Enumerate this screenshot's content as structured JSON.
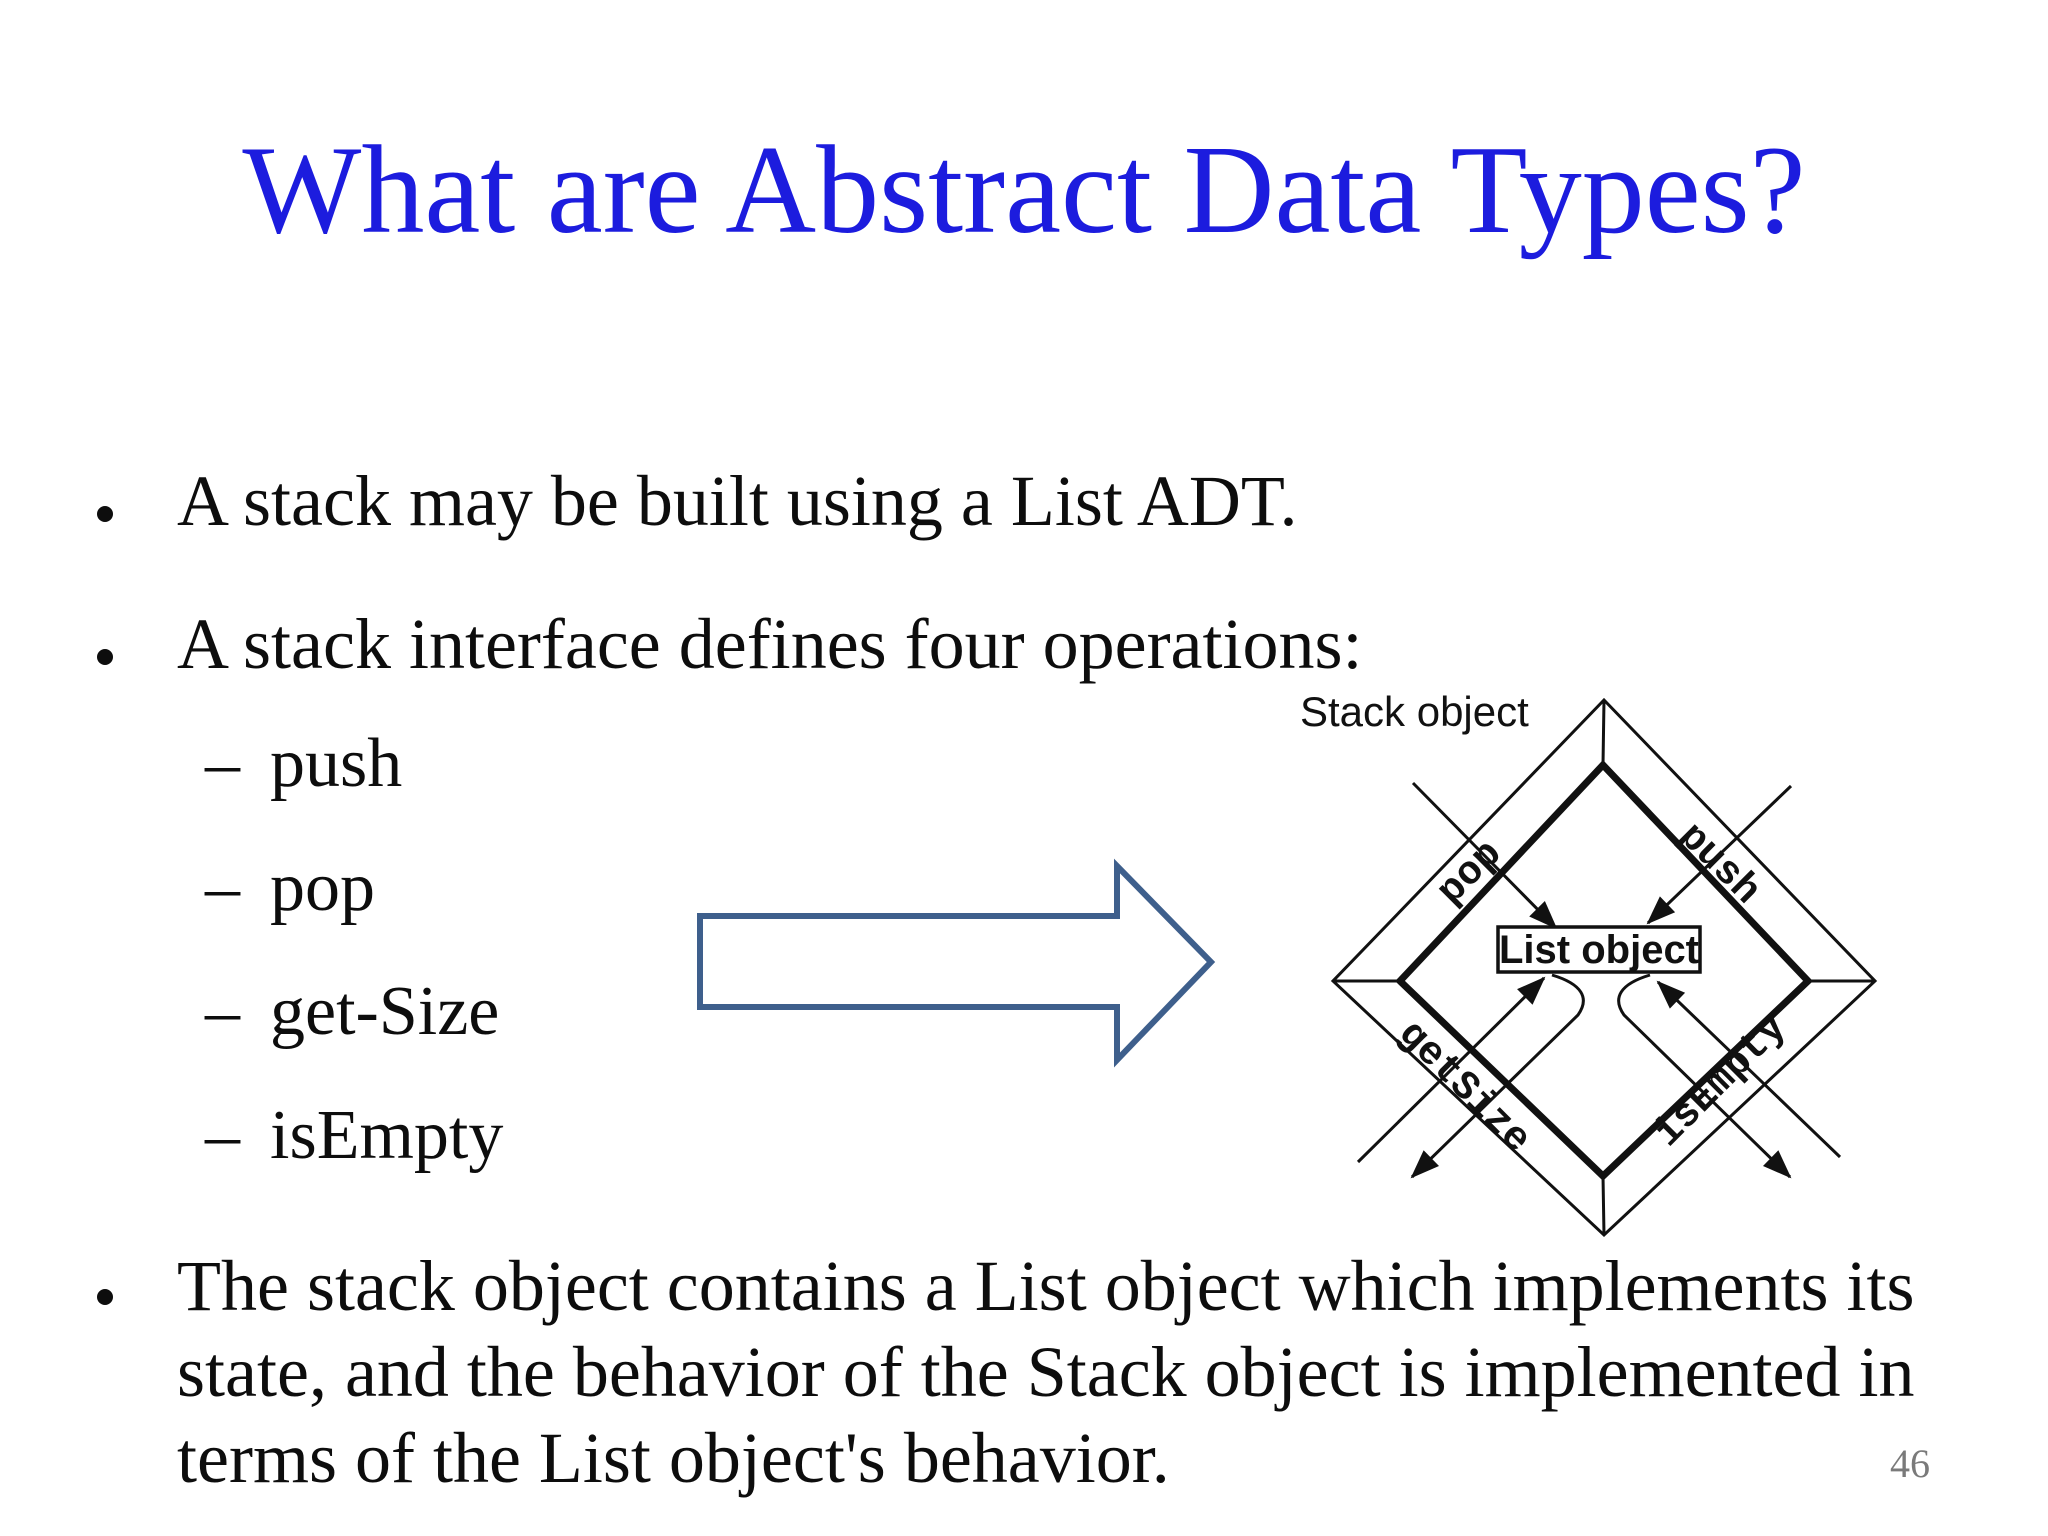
{
  "slide": {
    "title": "What are Abstract Data Types?",
    "bullets": [
      {
        "text": "A stack may be built using a List ADT."
      },
      {
        "text": "A stack interface defines four operations:"
      }
    ],
    "sub_bullets": [
      {
        "marker": "–",
        "label": "push"
      },
      {
        "marker": "–",
        "label": "pop"
      },
      {
        "marker": "–",
        "label": "get-Size"
      },
      {
        "marker": "–",
        "label": "isEmpty"
      }
    ],
    "closing_bullet": {
      "lines": [
        "The stack object contains a List object which implements its",
        "state, and the behavior of the Stack object is implemented in",
        "terms of the List object's behavior."
      ]
    },
    "page_number": "46"
  },
  "diagram": {
    "stack_object_label": "Stack object",
    "list_object_label": "List object",
    "edge_labels": {
      "top_left": "pop",
      "top_right": "push",
      "bottom_left": "getSize",
      "bottom_right": "isEmpty"
    }
  },
  "colors": {
    "title_blue": "#1c1cde",
    "body_text": "#0d0d0d",
    "diagram_ink": "#111111",
    "arrow_outline_blue": "#3e5f8c",
    "page_number_gray": "#7a7a7a",
    "background": "#ffffff"
  }
}
